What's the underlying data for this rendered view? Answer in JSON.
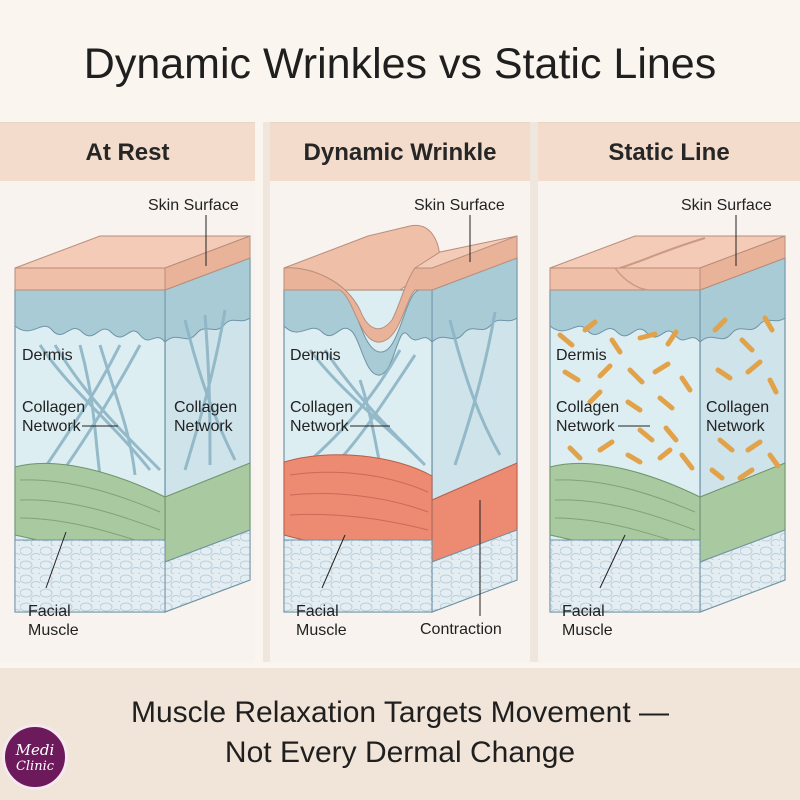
{
  "title": "Dynamic Wrinkles vs Static Lines",
  "panels": [
    {
      "title": "At Rest",
      "labels": {
        "skin": "Skin Surface",
        "dermis": "Dermis",
        "collagen_left": "Collagen\nNetwork",
        "collagen_right": "Collagen\nNetwork",
        "muscle": "Facial\nMuscle"
      }
    },
    {
      "title": "Dynamic Wrinkle",
      "labels": {
        "skin": "Skin Surface",
        "dermis": "Dermis",
        "collagen_left": "Collagen\nNetwork",
        "muscle": "Facial\nMuscle",
        "contraction": "Contraction"
      }
    },
    {
      "title": "Static Line",
      "labels": {
        "skin": "Skin Surface",
        "dermis": "Dermis",
        "collagen_left": "Collagen\nNetwork",
        "collagen_right": "Collagen\nNetwork",
        "muscle": "Facial\nMuscle"
      }
    }
  ],
  "footer": {
    "line1": "Muscle Relaxation Targets Movement —",
    "line2": "Not Every Dermal Change"
  },
  "logo": {
    "line1": "Medi",
    "line2": "Clinic"
  },
  "colors": {
    "epidermis": "#efbfa8",
    "dermis": "#d6ecf1",
    "dermal_wave": "#a8cbd6",
    "collagen": "#8db5c6",
    "relaxed_muscle": "#a9c9a0",
    "contracted_muscle": "#ec8a72",
    "fragmented_collagen": "#e2a24a",
    "fat": "#dfe9ef"
  }
}
